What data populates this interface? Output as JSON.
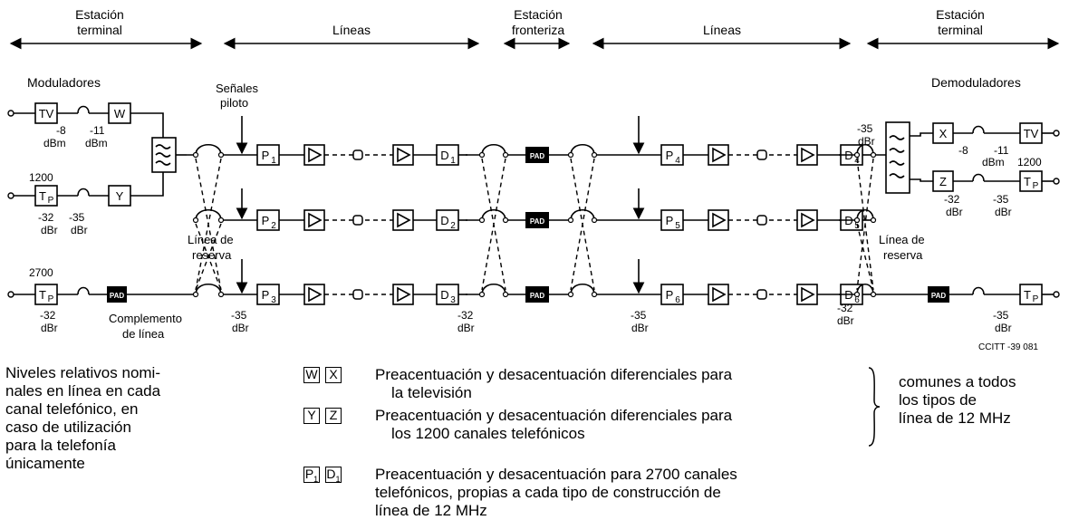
{
  "header": {
    "left": {
      "line1": "Estación",
      "line2": "terminal"
    },
    "lines1": "Líneas",
    "middle": {
      "line1": "Estación",
      "line2": "fronteriza"
    },
    "lines2": "Líneas",
    "right": {
      "line1": "Estación",
      "line2": "terminal"
    }
  },
  "labels": {
    "modulators": "Moduladores",
    "demodulators": "Demoduladores",
    "pilot1": "Señales",
    "pilot2": "piloto",
    "reserve_left1": "Línea de",
    "reserve_left2": "reserva",
    "reserve_right1": "Línea de",
    "reserve_right2": "reserva",
    "complement1": "Complemento",
    "complement2": "de línea",
    "figure_id": "CCITT -39 081"
  },
  "blocks": {
    "tv": "TV",
    "w": "W",
    "y": "Y",
    "tp": "T",
    "tp_sub": "P",
    "x": "X",
    "z": "Z",
    "pad": "PAD",
    "p": "P",
    "d": "D",
    "p_subs": [
      "1",
      "2",
      "3",
      "4",
      "5",
      "6"
    ],
    "d_subs": [
      "1",
      "2",
      "3",
      "4",
      "5",
      "6"
    ]
  },
  "levels": {
    "m8": "-8",
    "m11": "-11",
    "m32": "-32",
    "m35": "-35",
    "dbm": "dBm",
    "dbr": "dBr",
    "ch1200": "1200",
    "ch2700": "2700"
  },
  "legend": {
    "left_note": [
      "Niveles relativos nomi-",
      "nales en línea en cada",
      "canal telefónico, en",
      "caso de utilización",
      "para la telefonía",
      "únicamente"
    ],
    "chips_wx": [
      "W",
      "X"
    ],
    "chips_yz": [
      "Y",
      "Z"
    ],
    "chips_pd": [
      "P",
      "D"
    ],
    "chip_sub": "1",
    "item1": [
      "Preacentuación y desacentuación diferenciales para",
      "la televisión"
    ],
    "item2": [
      "Preacentuación y desacentuación diferenciales para",
      "los 1200 canales telefónicos"
    ],
    "item3": [
      "Preacentuación y desacentuación para 2700 canales",
      "telefónicos, propias a cada tipo de construcción de",
      "línea de 12 MHz"
    ],
    "common": [
      "comunes a todos",
      "los tipos de",
      "línea de 12 MHz"
    ]
  }
}
